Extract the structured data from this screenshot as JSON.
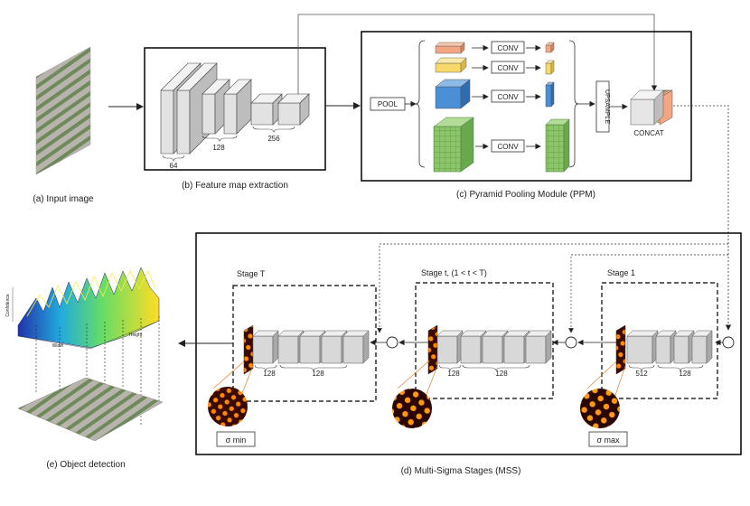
{
  "panels": {
    "a": {
      "caption": "(a) Input image"
    },
    "b": {
      "caption": "(b) Feature map extraction",
      "ch1": "64",
      "ch2": "128",
      "ch3": "256"
    },
    "c": {
      "caption": "(c) Pyramid Pooling Module (PPM)",
      "pool": "POOL",
      "conv": "CONV",
      "upsample": "UPSAMPLE",
      "concat": "CONCAT"
    },
    "d": {
      "caption": "(d) Multi-Sigma Stages (MSS)",
      "stage_T": "Stage T",
      "stage_t": "Stage t, (1 < t < T)",
      "stage_1": "Stage 1",
      "ch_128": "128",
      "ch_512": "512",
      "sigma_min": "σ min",
      "sigma_max": "σ max"
    },
    "e": {
      "caption": "(e) Object detection",
      "z_axis": "Confidence",
      "x_axis": "Width",
      "y_axis": "Height"
    }
  },
  "colors": {
    "ppm_bin1": "#f4a582",
    "ppm_bin2": "#f7d96b",
    "ppm_bin3": "#4a8fd6",
    "ppm_bin4": "#8cc56a",
    "block_face": "#d4d4d4",
    "heat_dark": "#3a0a00",
    "heat_bright": "#ff8a00"
  }
}
